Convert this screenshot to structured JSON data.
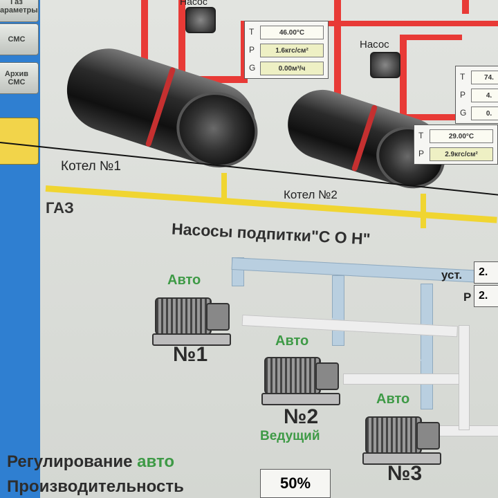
{
  "sidebar": {
    "buttons": [
      "Газ\nпараметры",
      "СМС",
      "Архив\nСМС"
    ]
  },
  "boiler_room": {
    "pump_label": "Насос",
    "boiler1_label": "Котел №1",
    "boiler2_label": "Котел №2",
    "gas_label": "ГАЗ",
    "params_boiler1": {
      "t_key": "T",
      "t_val": "46.00°C",
      "p_key": "P",
      "p_val": "1.6кгс/см²",
      "g_key": "G",
      "g_val": "0.00м³/ч"
    },
    "params_boiler2": {
      "t_key": "T",
      "t_val": "74.",
      "p_key": "P",
      "p_val": "4.",
      "g_key": "G",
      "g_val": "0."
    },
    "params_return": {
      "t_key": "T",
      "t_val": "29.00°C",
      "p_key": "P",
      "p_val": "2.9кгс/см²"
    }
  },
  "makeup": {
    "title": "Насосы подпитки\"С О Н\"",
    "setpoint_label": "уст.",
    "setpoint_val": "2.",
    "p_label": "P",
    "p_val": "2.",
    "pumps": [
      {
        "mode": "Авто",
        "number": "№1",
        "role": ""
      },
      {
        "mode": "Авто",
        "number": "№2",
        "role": "Ведущий"
      },
      {
        "mode": "Авто",
        "number": "№3",
        "role": ""
      }
    ]
  },
  "control": {
    "regulation_label": "Регулирование",
    "regulation_mode": "авто",
    "capacity_label": "Производительность",
    "capacity_val": "50%"
  },
  "colors": {
    "hot_pipe": "#e83a36",
    "gas_pipe": "#f0d531",
    "makeup_pipe": "#b9cfe0",
    "auto_green": "#3e9a46",
    "sidebar_blue": "#2f7fd1"
  }
}
